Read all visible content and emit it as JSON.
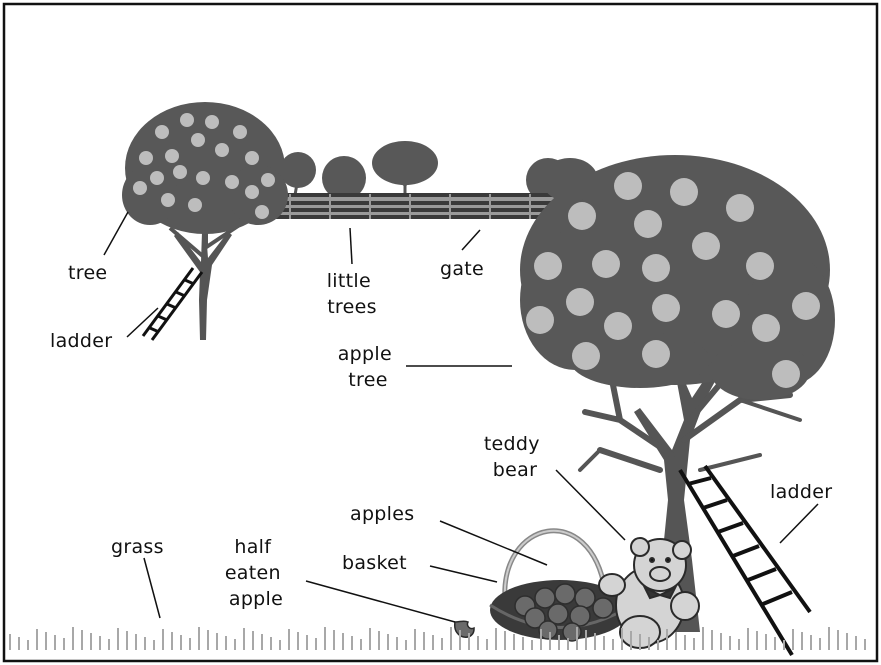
{
  "colors": {
    "canopy": "#585858",
    "trunk": "#555555",
    "apple": "#bdbdbd",
    "gate": "#3a3a3a",
    "grass": "#a8a8a8",
    "frame": "#111111",
    "ink": "#111111",
    "bear": "#d4d4d4"
  },
  "labels": {
    "tree": "tree",
    "ladder_left": "ladder",
    "little_trees": [
      "little",
      "trees"
    ],
    "gate": "gate",
    "apple_tree": [
      "apple",
      "tree"
    ],
    "teddy_bear": [
      "teddy",
      "bear"
    ],
    "ladder_right": "ladder",
    "apples": "apples",
    "basket": "basket",
    "grass": "grass",
    "half_eaten_apple": [
      "half",
      "eaten",
      "apple"
    ]
  }
}
